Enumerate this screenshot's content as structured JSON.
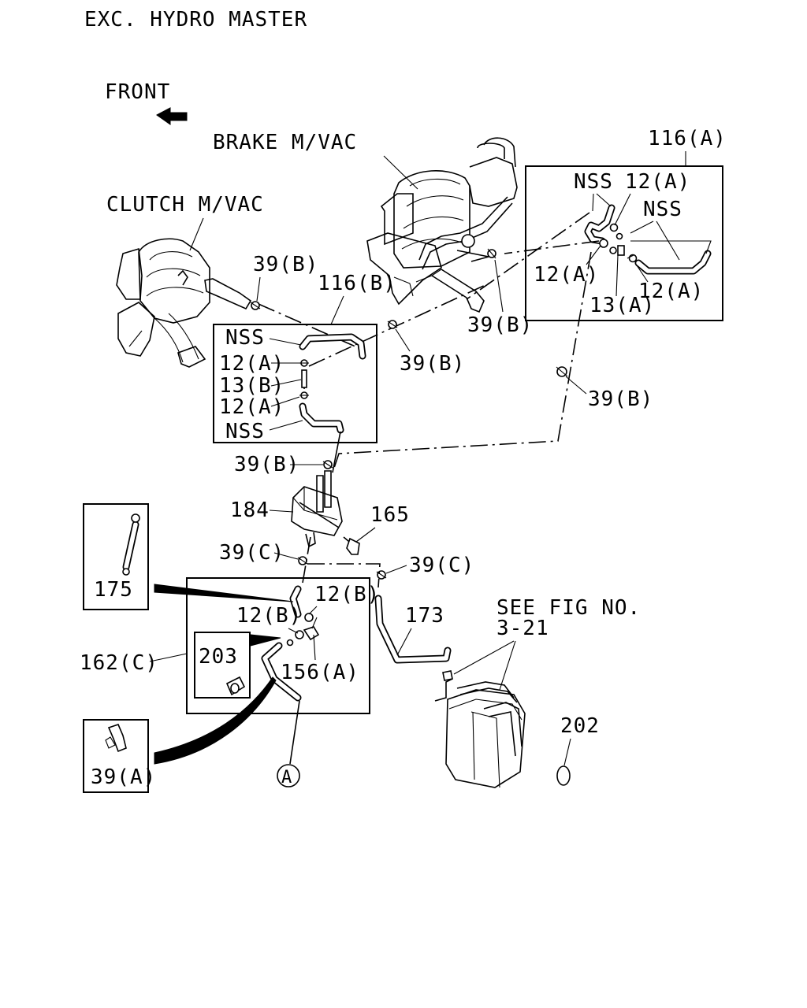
{
  "header": {
    "title": "EXC. HYDRO MASTER"
  },
  "orientation": {
    "front_label": "FRONT",
    "arrow_icon": "front-arrow-icon"
  },
  "assemblies": {
    "brake": "BRAKE M/VAC",
    "clutch": "CLUTCH M/VAC"
  },
  "callouts": {
    "p116a": "116(A)",
    "p116b": "116(B)",
    "nss_a1": "NSS",
    "nss_a2": "NSS",
    "p12a_a1": "12(A)",
    "p12a_a2": "12(A)",
    "p12a_a3": "12(A)",
    "p13a": "13(A)",
    "p39b_1": "39(B)",
    "p39b_2": "39(B)",
    "p39b_3": "39(B)",
    "p39b_4": "39(B)",
    "p39b_5": "39(B)",
    "nss_b1": "NSS",
    "p12a_b1": "12(A)",
    "p13b": "13(B)",
    "p12a_b2": "12(A)",
    "nss_b2": "NSS",
    "p184": "184",
    "p165": "165",
    "p39c_1": "39(C)",
    "p39c_2": "39(C)",
    "p12b_1": "12(B)",
    "p12b_2": "12(B)",
    "p156a": "156(A)",
    "p162c": "162(C)",
    "p203": "203",
    "p175": "175",
    "p39a": "39(A)",
    "p173": "173",
    "see_fig_line1": "SEE FIG NO.",
    "see_fig_line2": "3-21",
    "p202": "202",
    "connector_a": "A"
  }
}
